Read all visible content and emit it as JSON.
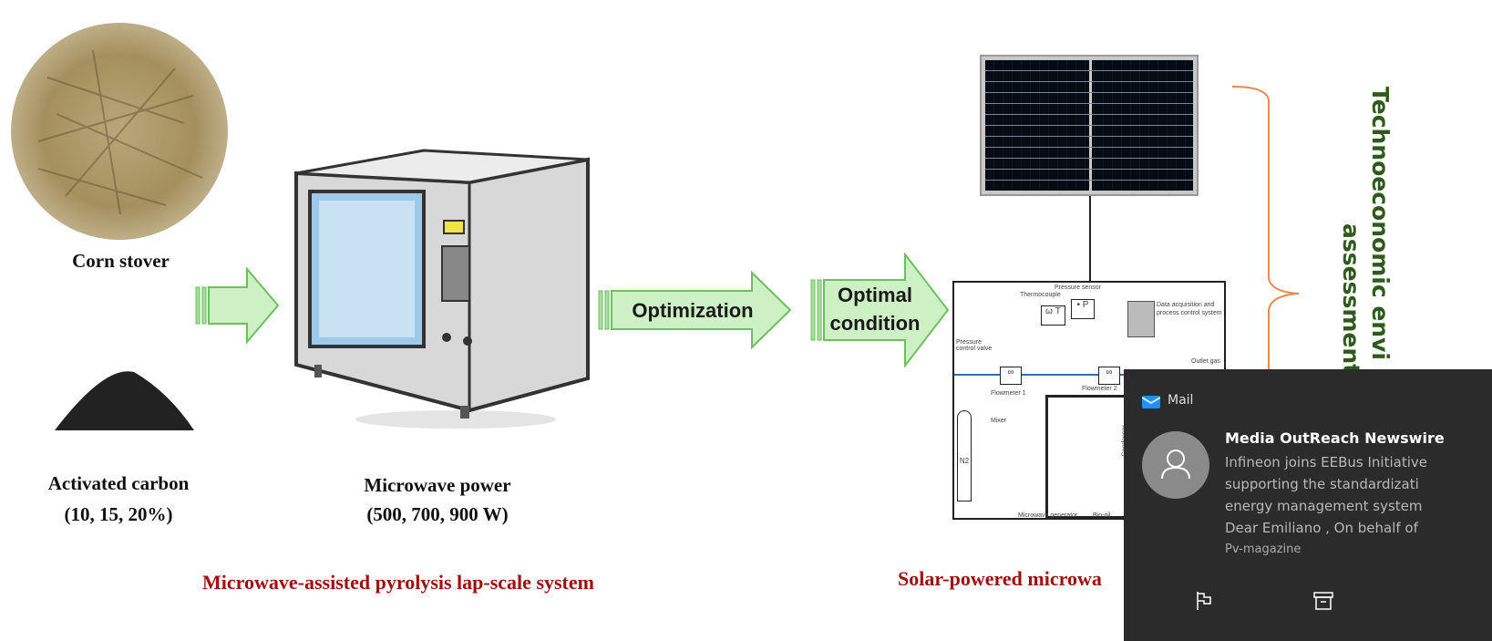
{
  "diagram": {
    "corn_label": "Corn stover",
    "carbon_label": "Activated carbon",
    "carbon_values": "(10, 15, 20%)",
    "power_label": "Microwave power",
    "power_values": "(500, 700, 900 W)",
    "lab_title": "Microwave-assisted pyrolysis lap-scale system",
    "optimization_label": "Optimization",
    "optimal_label_1": "Optimal",
    "optimal_label_2": "condition",
    "solar_title": "Solar-powered microwa",
    "assessment_line_1": "Technoeconomic envi",
    "assessment_line_2": "assessment",
    "reactor_labels": {
      "pressure_sensor": "Pressure sensor",
      "thermocouple": "Thermocouple",
      "pressure_valve": "Pressure control valve",
      "flowmeter1": "Flowmeter 1",
      "flowmeter2": "Flowmeter 2",
      "mixer": "Mixer",
      "n2": "N2",
      "condenser": "Condenser",
      "daq": "Data acquisition and process control system",
      "outlet": "Outlet gas",
      "generator": "Microwave generator",
      "biooil": "Bio-oil"
    }
  },
  "notification": {
    "app": "Mail",
    "sender": "Media OutReach Newswire",
    "body_lines": [
      "Infineon joins EEBus Initiative",
      "supporting the standardizati",
      "energy management system",
      "Dear Emiliano , On behalf of"
    ],
    "source": "Pv-magazine",
    "accent": "#1e90ff"
  }
}
